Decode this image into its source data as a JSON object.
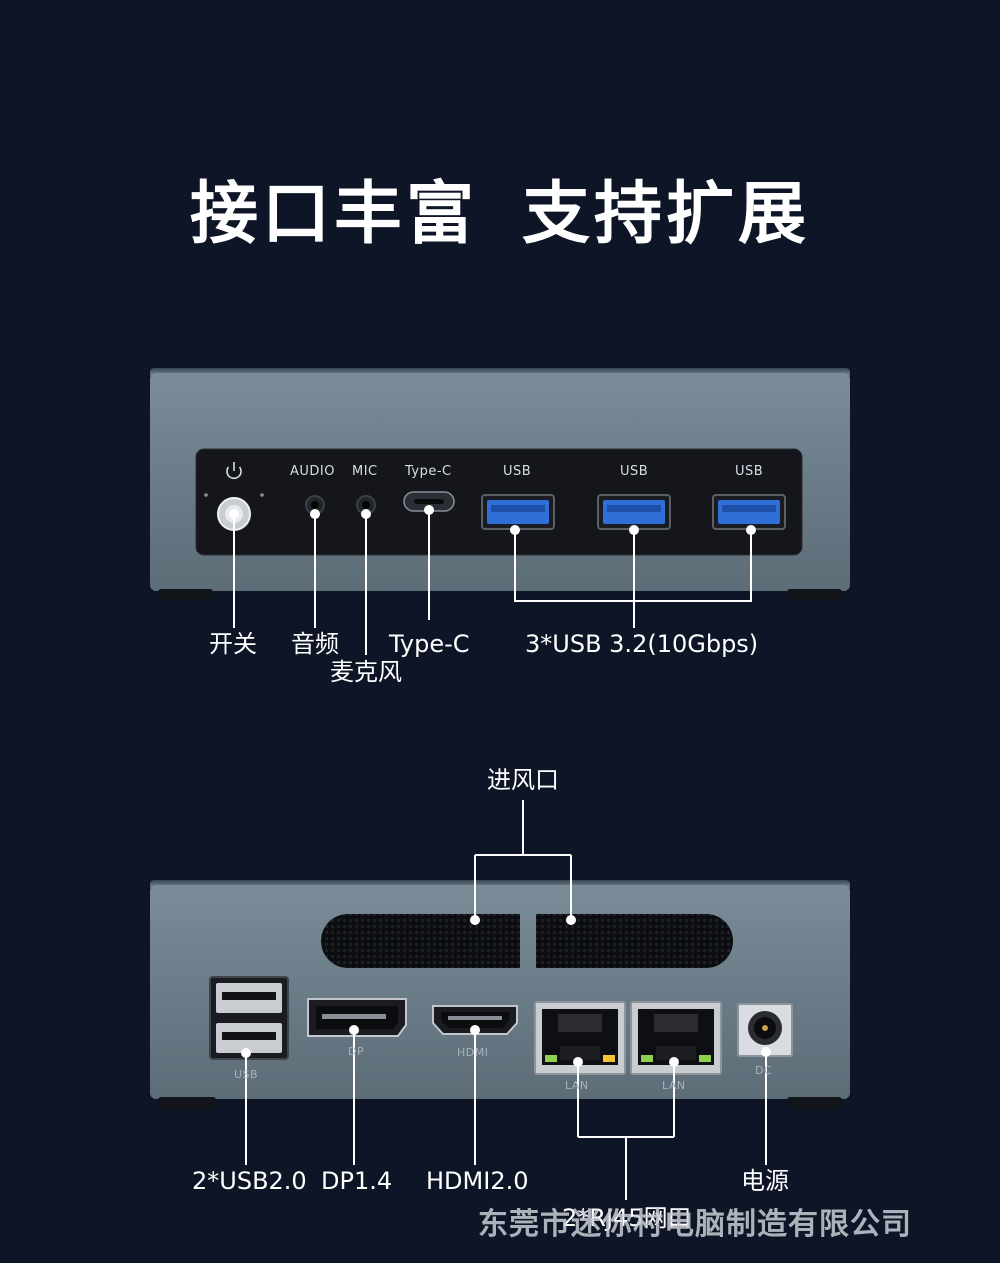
{
  "headline": {
    "part1": "接口丰富",
    "part2": "支持扩展"
  },
  "front_panel": {
    "port_labels": {
      "audio": "AUDIO",
      "mic": "MIC",
      "typec": "Type-C",
      "usb1": "USB",
      "usb2": "USB",
      "usb3": "USB"
    },
    "callouts": {
      "power": "开关",
      "audio": "音频",
      "mic": "麦克风",
      "typec": "Type-C",
      "usb": "3*USB 3.2(10Gbps)"
    }
  },
  "rear_panel": {
    "port_labels": {
      "usb": "USB",
      "dp": "DP",
      "hdmi": "HDMI",
      "lan1": "LAN",
      "lan2": "LAN",
      "dc": "DC"
    },
    "callouts": {
      "vent": "进风口",
      "usb": "2*USB2.0",
      "dp": "DP1.4",
      "hdmi": "HDMI2.0",
      "power": "电源",
      "lan": "2*RJ45网口"
    }
  },
  "watermark": "东莞市迷你村电脑制造有限公司",
  "colors": {
    "background": "#0d1527",
    "chassis": "#6b7d88",
    "usb3_blue": "#2f6fd6",
    "panel": "#14161b"
  }
}
